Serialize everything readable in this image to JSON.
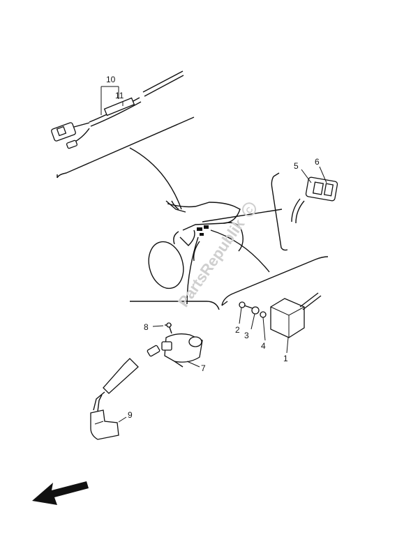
{
  "diagram": {
    "callouts": {
      "c1": "1",
      "c2": "2",
      "c3": "3",
      "c4": "4",
      "c5": "5",
      "c6": "6",
      "c7": "7",
      "c8": "8",
      "c9": "9",
      "c10": "10",
      "c11": "11"
    },
    "watermark": "PartsRepublik",
    "icons": {
      "direction": "arrow-front-left-icon",
      "watermark_logo": "copyright-icon"
    }
  }
}
